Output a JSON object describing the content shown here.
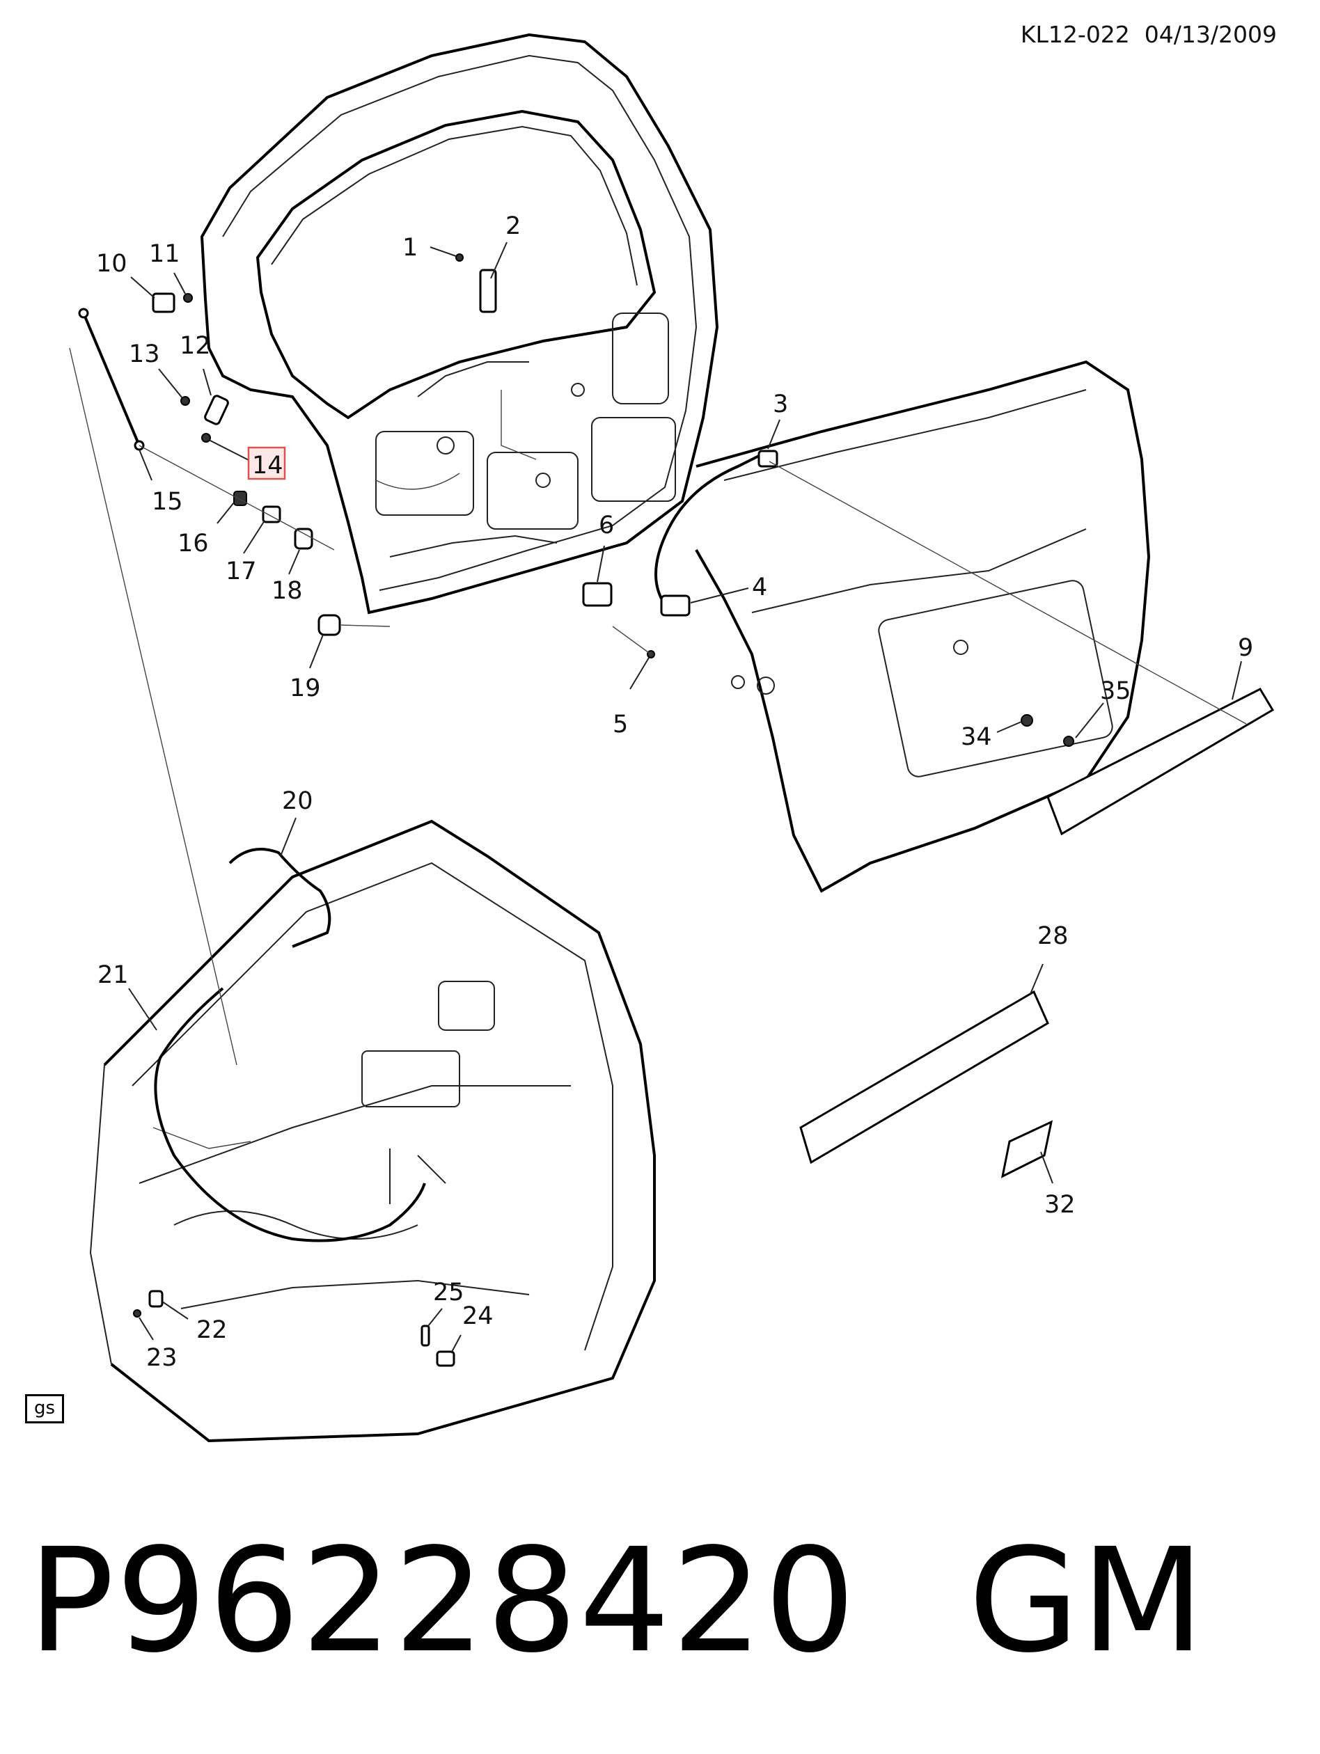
{
  "header": {
    "code": "KL12-022",
    "date": "04/13/2009"
  },
  "footer": {
    "part_number": "P96228420",
    "brand": "GM",
    "gs_tag": "gs"
  },
  "callouts": [
    {
      "id": "1",
      "text": "1"
    },
    {
      "id": "2",
      "text": "2"
    },
    {
      "id": "3",
      "text": "3"
    },
    {
      "id": "4",
      "text": "4"
    },
    {
      "id": "5",
      "text": "5"
    },
    {
      "id": "6",
      "text": "6"
    },
    {
      "id": "9",
      "text": "9"
    },
    {
      "id": "10",
      "text": "10"
    },
    {
      "id": "11",
      "text": "11"
    },
    {
      "id": "12",
      "text": "12"
    },
    {
      "id": "13",
      "text": "13"
    },
    {
      "id": "14",
      "text": "14",
      "highlighted": true
    },
    {
      "id": "15",
      "text": "15"
    },
    {
      "id": "16",
      "text": "16"
    },
    {
      "id": "17",
      "text": "17"
    },
    {
      "id": "18",
      "text": "18"
    },
    {
      "id": "19",
      "text": "19"
    },
    {
      "id": "20",
      "text": "20"
    },
    {
      "id": "21",
      "text": "21"
    },
    {
      "id": "22",
      "text": "22"
    },
    {
      "id": "23",
      "text": "23"
    },
    {
      "id": "24",
      "text": "24"
    },
    {
      "id": "25",
      "text": "25"
    },
    {
      "id": "28",
      "text": "28"
    },
    {
      "id": "32",
      "text": "32"
    },
    {
      "id": "34",
      "text": "34"
    },
    {
      "id": "35",
      "text": "35"
    }
  ],
  "highlight_color": "#d9534f"
}
